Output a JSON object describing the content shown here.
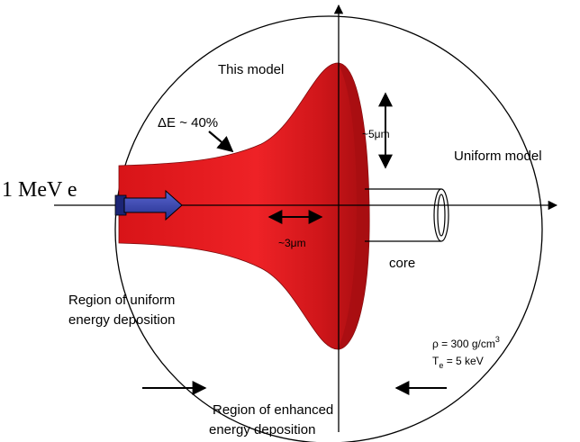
{
  "labels": {
    "this_model": "This model",
    "delta_e": "ΔE ~ 40%",
    "five_um": "~5μm",
    "uniform_model": "Uniform model",
    "electron_beam": "1 MeV e",
    "three_um": "~3μm",
    "core": "core",
    "region_uniform_line1": "Region  of uniform",
    "region_uniform_line2": "energy deposition",
    "density_prefix": "ρ = 300 g/cm",
    "density_sup": "3",
    "temp_prefix": "T",
    "temp_sub": "e",
    "temp_value": " = 5 keV",
    "region_enhanced_line1": "Region of enhanced",
    "region_enhanced_line2": "energy deposition"
  },
  "colors": {
    "trumpet_fill": "#e8161b",
    "trumpet_dark": "#b00d10",
    "beam_arrow": "#2f3aa8",
    "line": "#000000"
  }
}
